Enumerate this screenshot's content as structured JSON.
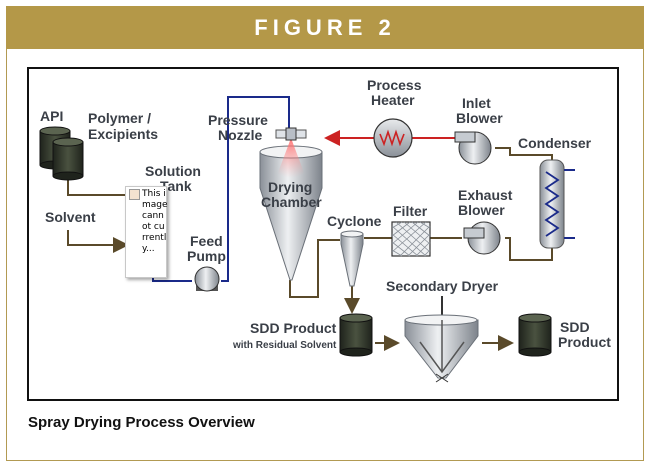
{
  "header": {
    "title": "FIGURE 2"
  },
  "caption": "Spray Drying Process Overview",
  "labels": {
    "api": "API",
    "polymer_line1": "Polymer /",
    "polymer_line2": "Excipients",
    "solvent": "Solvent",
    "solution_tank_line1": "Solution",
    "solution_tank_line2": "Tank",
    "feed_pump_line1": "Feed",
    "feed_pump_line2": "Pump",
    "pressure_nozzle_line1": "Pressure",
    "pressure_nozzle_line2": "Nozzle",
    "drying_chamber_line1": "Drying",
    "drying_chamber_line2": "Chamber",
    "process_heater_line1": "Process",
    "process_heater_line2": "Heater",
    "inlet_blower_line1": "Inlet",
    "inlet_blower_line2": "Blower",
    "condenser": "Condenser",
    "exhaust_blower_line1": "Exhaust",
    "exhaust_blower_line2": "Blower",
    "filter": "Filter",
    "cyclone": "Cyclone",
    "secondary_dryer": "Secondary Dryer",
    "sdd_product_residual_line1": "SDD Product",
    "sdd_product_residual_line2": "with Residual Solvent",
    "sdd_product_line1": "SDD",
    "sdd_product_line2": "Product"
  },
  "broken_image_text": "This image cannot currently...",
  "colors": {
    "banner": "#b49848",
    "pipe": "#5a4a2a",
    "feed_line": "#1a2a8a",
    "hot_line": "#cc2222",
    "equipment": "#9aa0a8",
    "drum": "#2e3328"
  }
}
